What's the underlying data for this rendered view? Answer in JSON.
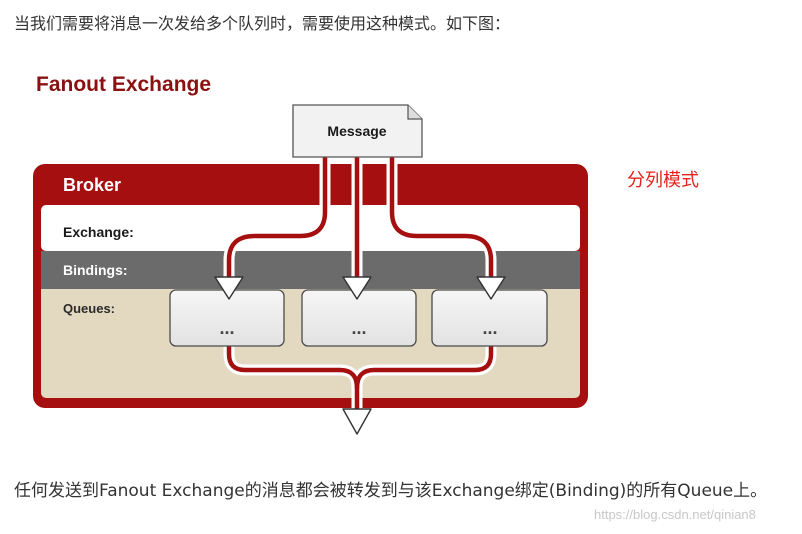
{
  "intro_text": "当我们需要将消息一次发给多个队列时，需要使用这种模式。如下图：",
  "diagram": {
    "title": "Fanout Exchange",
    "message_label": "Message",
    "broker_label": "Broker",
    "exchange_label": "Exchange:",
    "bindings_label": "Bindings:",
    "queues_label": "Queues:",
    "queues": [
      {
        "label": "..."
      },
      {
        "label": "..."
      },
      {
        "label": "..."
      }
    ],
    "colors": {
      "brand_red": "#a50f0f",
      "title_red": "#8b1010",
      "bindings_gray": "#6b6b6b",
      "queue_area": "#e3d9c1"
    }
  },
  "side_note": "分列模式",
  "outro_text": "任何发送到Fanout Exchange的消息都会被转发到与该Exchange绑定(Binding)的所有Queue上。",
  "watermark": "https://blog.csdn.net/qinian8"
}
